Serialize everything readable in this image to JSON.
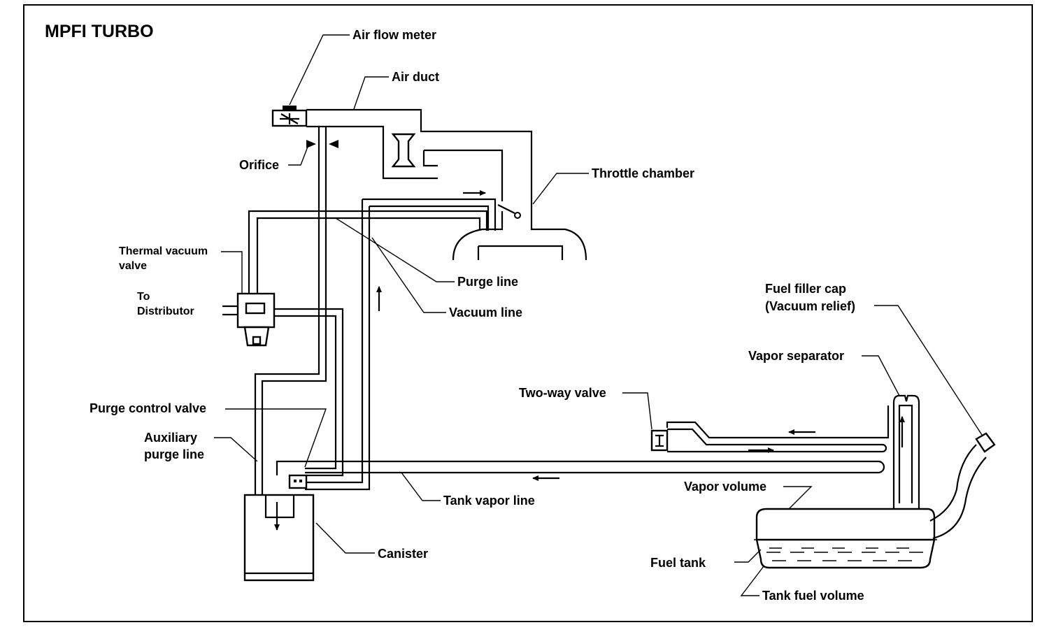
{
  "title": "MPFI TURBO",
  "labels": {
    "air_flow_meter": "Air flow meter",
    "air_duct": "Air duct",
    "orifice": "Orifice",
    "throttle_chamber": "Throttle chamber",
    "thermal_vacuum_valve": [
      "Thermal vacuum",
      "valve"
    ],
    "to_distributor": [
      "To",
      "Distributor"
    ],
    "purge_line": "Purge line",
    "vacuum_line": "Vacuum line",
    "purge_control_valve": "Purge control valve",
    "auxiliary_purge_line": [
      "Auxiliary",
      "purge line"
    ],
    "canister": "Canister",
    "tank_vapor_line": "Tank vapor line",
    "two_way_valve": "Two-way valve",
    "fuel_filler_cap": [
      "Fuel filler cap",
      "(Vacuum relief)"
    ],
    "vapor_separator": "Vapor separator",
    "vapor_volume": "Vapor volume",
    "fuel_tank": "Fuel tank",
    "tank_fuel_volume": "Tank fuel volume"
  }
}
